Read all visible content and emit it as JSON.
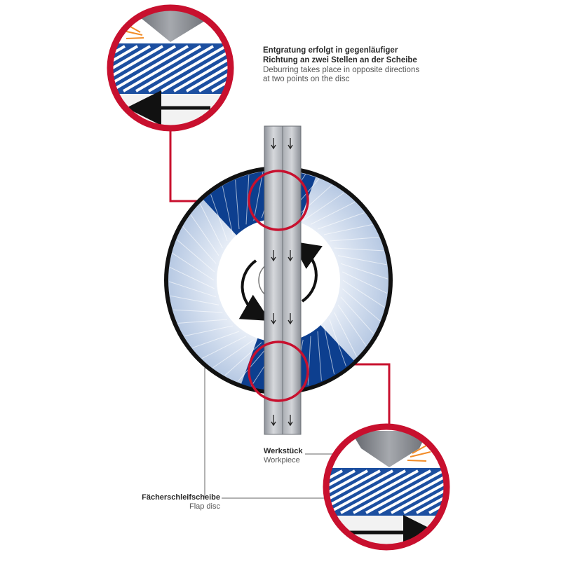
{
  "caption": {
    "de_line1": "Entgratung erfolgt in gegenläufiger",
    "de_line2": "Richtung an zwei Stellen an der Scheibe",
    "en_line1": "Deburring takes place in opposite directions",
    "en_line2": "at two points on the disc"
  },
  "labels": {
    "workpiece_de": "Werkstück",
    "workpiece_en": "Workpiece",
    "disc_de": "Fächerschleifscheibe",
    "disc_en": "Flap disc"
  },
  "colors": {
    "accent_red": "#c8102e",
    "disc_blue_dark": "#0d3f8f",
    "disc_blue_light": "#c7d6ec",
    "disc_rim": "#111111",
    "workpiece_grey": "#b9bcc2",
    "stripe_blue": "#1c4fa0",
    "spark_orange": "#f28c28"
  },
  "icons": [
    "rotation-arrow-ccw-icon",
    "rotation-arrow-cw-icon",
    "direction-arrow-left-icon",
    "direction-arrow-right-icon",
    "feed-arrow-down-icon"
  ]
}
